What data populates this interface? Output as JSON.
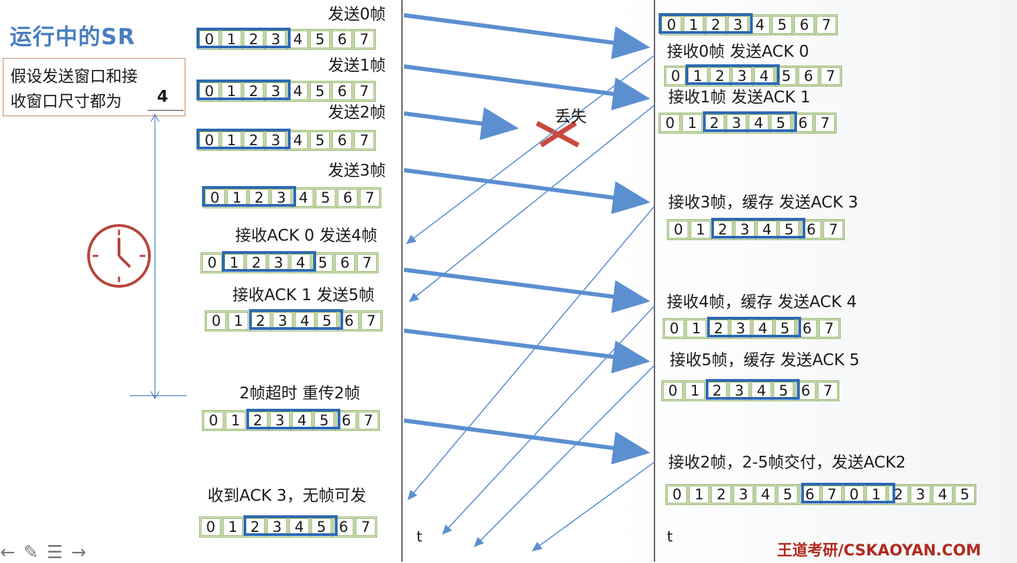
{
  "title": "运行中的SR",
  "info": {
    "line1": "假设发送窗口和接",
    "line2": "收窗口尺寸都为",
    "size": "4"
  },
  "lost_label": "丢失",
  "time_label": "t",
  "watermark": "王道考研/CSKAOYAN.COM",
  "colors": {
    "window": "#2e69b5",
    "cell_border": "#7fa84a",
    "arrow": "#5b8fd0",
    "lost_x": "#c8483e",
    "clock": "#b8443c"
  },
  "sender_events": [
    {
      "label": "发送0帧",
      "digits": [
        "0",
        "1",
        "2",
        "3",
        "4",
        "5",
        "6",
        "7"
      ],
      "window": [
        0,
        4
      ]
    },
    {
      "label": "发送1帧",
      "digits": [
        "0",
        "1",
        "2",
        "3",
        "4",
        "5",
        "6",
        "7"
      ],
      "window": [
        0,
        4
      ]
    },
    {
      "label": "发送2帧",
      "digits": [
        "0",
        "1",
        "2",
        "3",
        "4",
        "5",
        "6",
        "7"
      ],
      "window": [
        0,
        4
      ]
    },
    {
      "label": "发送3帧",
      "digits": [
        "0",
        "1",
        "2",
        "3",
        "4",
        "5",
        "6",
        "7"
      ],
      "window": [
        0,
        4
      ]
    },
    {
      "label": "接收ACK 0  发送4帧",
      "digits": [
        "0",
        "1",
        "2",
        "3",
        "4",
        "5",
        "6",
        "7"
      ],
      "window": [
        1,
        5
      ]
    },
    {
      "label": "接收ACK 1  发送5帧",
      "digits": [
        "0",
        "1",
        "2",
        "3",
        "4",
        "5",
        "6",
        "7"
      ],
      "window": [
        2,
        6
      ]
    },
    {
      "label": "2帧超时  重传2帧",
      "digits": [
        "0",
        "1",
        "2",
        "3",
        "4",
        "5",
        "6",
        "7"
      ],
      "window": [
        2,
        6
      ]
    },
    {
      "label": "收到ACK 3，无帧可发",
      "digits": [
        "0",
        "1",
        "2",
        "3",
        "4",
        "5",
        "6",
        "7"
      ],
      "window": [
        2,
        6
      ]
    }
  ],
  "receiver_events": [
    {
      "label": "",
      "digits": [
        "0",
        "1",
        "2",
        "3",
        "4",
        "5",
        "6",
        "7"
      ],
      "window": [
        0,
        4
      ]
    },
    {
      "label": "接收0帧 发送ACK 0",
      "digits": [
        "0",
        "1",
        "2",
        "3",
        "4",
        "5",
        "6",
        "7"
      ],
      "window": [
        1,
        5
      ]
    },
    {
      "label": "接收1帧 发送ACK 1",
      "digits": [
        "0",
        "1",
        "2",
        "3",
        "4",
        "5",
        "6",
        "7"
      ],
      "window": [
        2,
        6
      ]
    },
    {
      "label": "接收3帧，缓存  发送ACK 3",
      "digits": [
        "0",
        "1",
        "2",
        "3",
        "4",
        "5",
        "6",
        "7"
      ],
      "window": [
        2,
        6
      ]
    },
    {
      "label": "接收4帧，缓存  发送ACK 4",
      "digits": [
        "0",
        "1",
        "2",
        "3",
        "4",
        "5",
        "6",
        "7"
      ],
      "window": [
        2,
        6
      ]
    },
    {
      "label": "接收5帧，缓存  发送ACK 5",
      "digits": [
        "0",
        "1",
        "2",
        "3",
        "4",
        "5",
        "6",
        "7"
      ],
      "window": [
        2,
        6
      ]
    },
    {
      "label": "接收2帧，2-5帧交付，发送ACK2",
      "digits": [
        "0",
        "1",
        "2",
        "3",
        "4",
        "5",
        "6",
        "7",
        "0",
        "1",
        "2",
        "3",
        "4",
        "5"
      ],
      "window": [
        6,
        10
      ]
    }
  ]
}
